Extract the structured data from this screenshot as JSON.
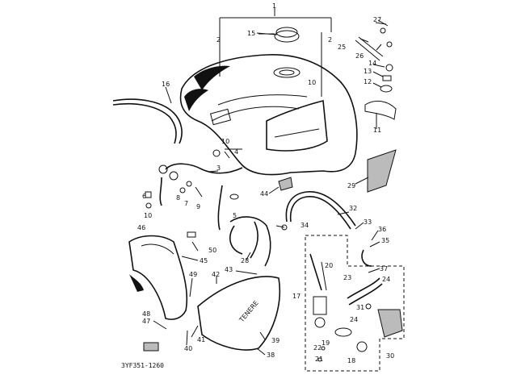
{
  "diagram_code": "3YF351-1260",
  "labels": {
    "1": "1",
    "2": "2",
    "3": "3",
    "4": "4",
    "5": "5",
    "6": "6",
    "7": "7",
    "8": "8",
    "9": "9",
    "10": "10",
    "11": "11",
    "12": "12",
    "13": "13",
    "14": "14",
    "15": "15",
    "16": "16",
    "17": "17",
    "18": "18",
    "19": "19",
    "20": "20",
    "21": "21",
    "22": "22",
    "23": "23",
    "24": "24",
    "25": "25",
    "26": "26",
    "27": "27",
    "28": "28",
    "29": "29",
    "30": "30",
    "31": "31",
    "32": "32",
    "33": "33",
    "34": "34",
    "35": "35",
    "36": "36",
    "37": "37",
    "38": "38",
    "39": "39",
    "40": "40",
    "41": "41",
    "42": "42",
    "43": "43",
    "44": "44",
    "45": "45",
    "46": "46",
    "47": "47",
    "48": "48",
    "49": "49",
    "50": "50"
  }
}
